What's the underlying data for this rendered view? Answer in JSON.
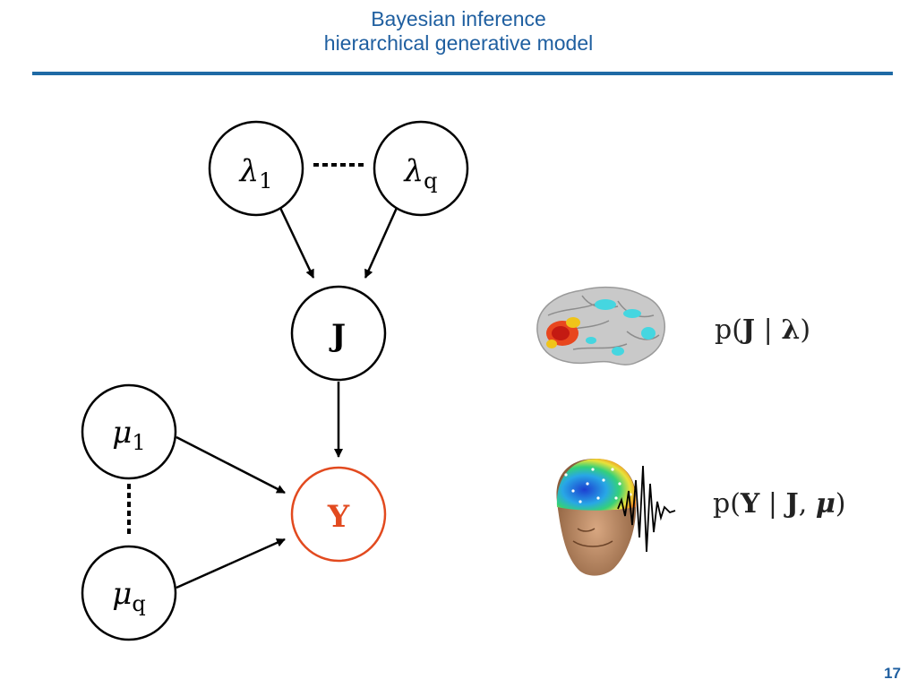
{
  "header": {
    "title": "Bayesian inference",
    "subtitle": "hierarchical generative model"
  },
  "nodes": {
    "lambda_1": {
      "symbol": "λ",
      "sub": "1"
    },
    "lambda_q": {
      "symbol": "λ",
      "sub": "q"
    },
    "J": {
      "symbol": "J"
    },
    "mu_1": {
      "symbol": "μ",
      "sub": "1"
    },
    "mu_q": {
      "symbol": "μ",
      "sub": "q"
    },
    "Y": {
      "symbol": "Y"
    }
  },
  "formulas": {
    "prior": {
      "p": "p(",
      "a": "J",
      "bar": " | ",
      "b": "λ",
      "close": ")"
    },
    "likelihood": {
      "p": "p(",
      "a": "Y",
      "bar": " | ",
      "b": "J",
      "comma": ", ",
      "c": "μ",
      "close": ")"
    }
  },
  "colors": {
    "title": "#1f5fa0",
    "rule": "#1f6aa5",
    "observed": "#e24a1f"
  },
  "icons": {
    "brain": "brain-activation-icon",
    "head": "head-eeg-icon"
  },
  "footer": {
    "page_number": "17"
  }
}
